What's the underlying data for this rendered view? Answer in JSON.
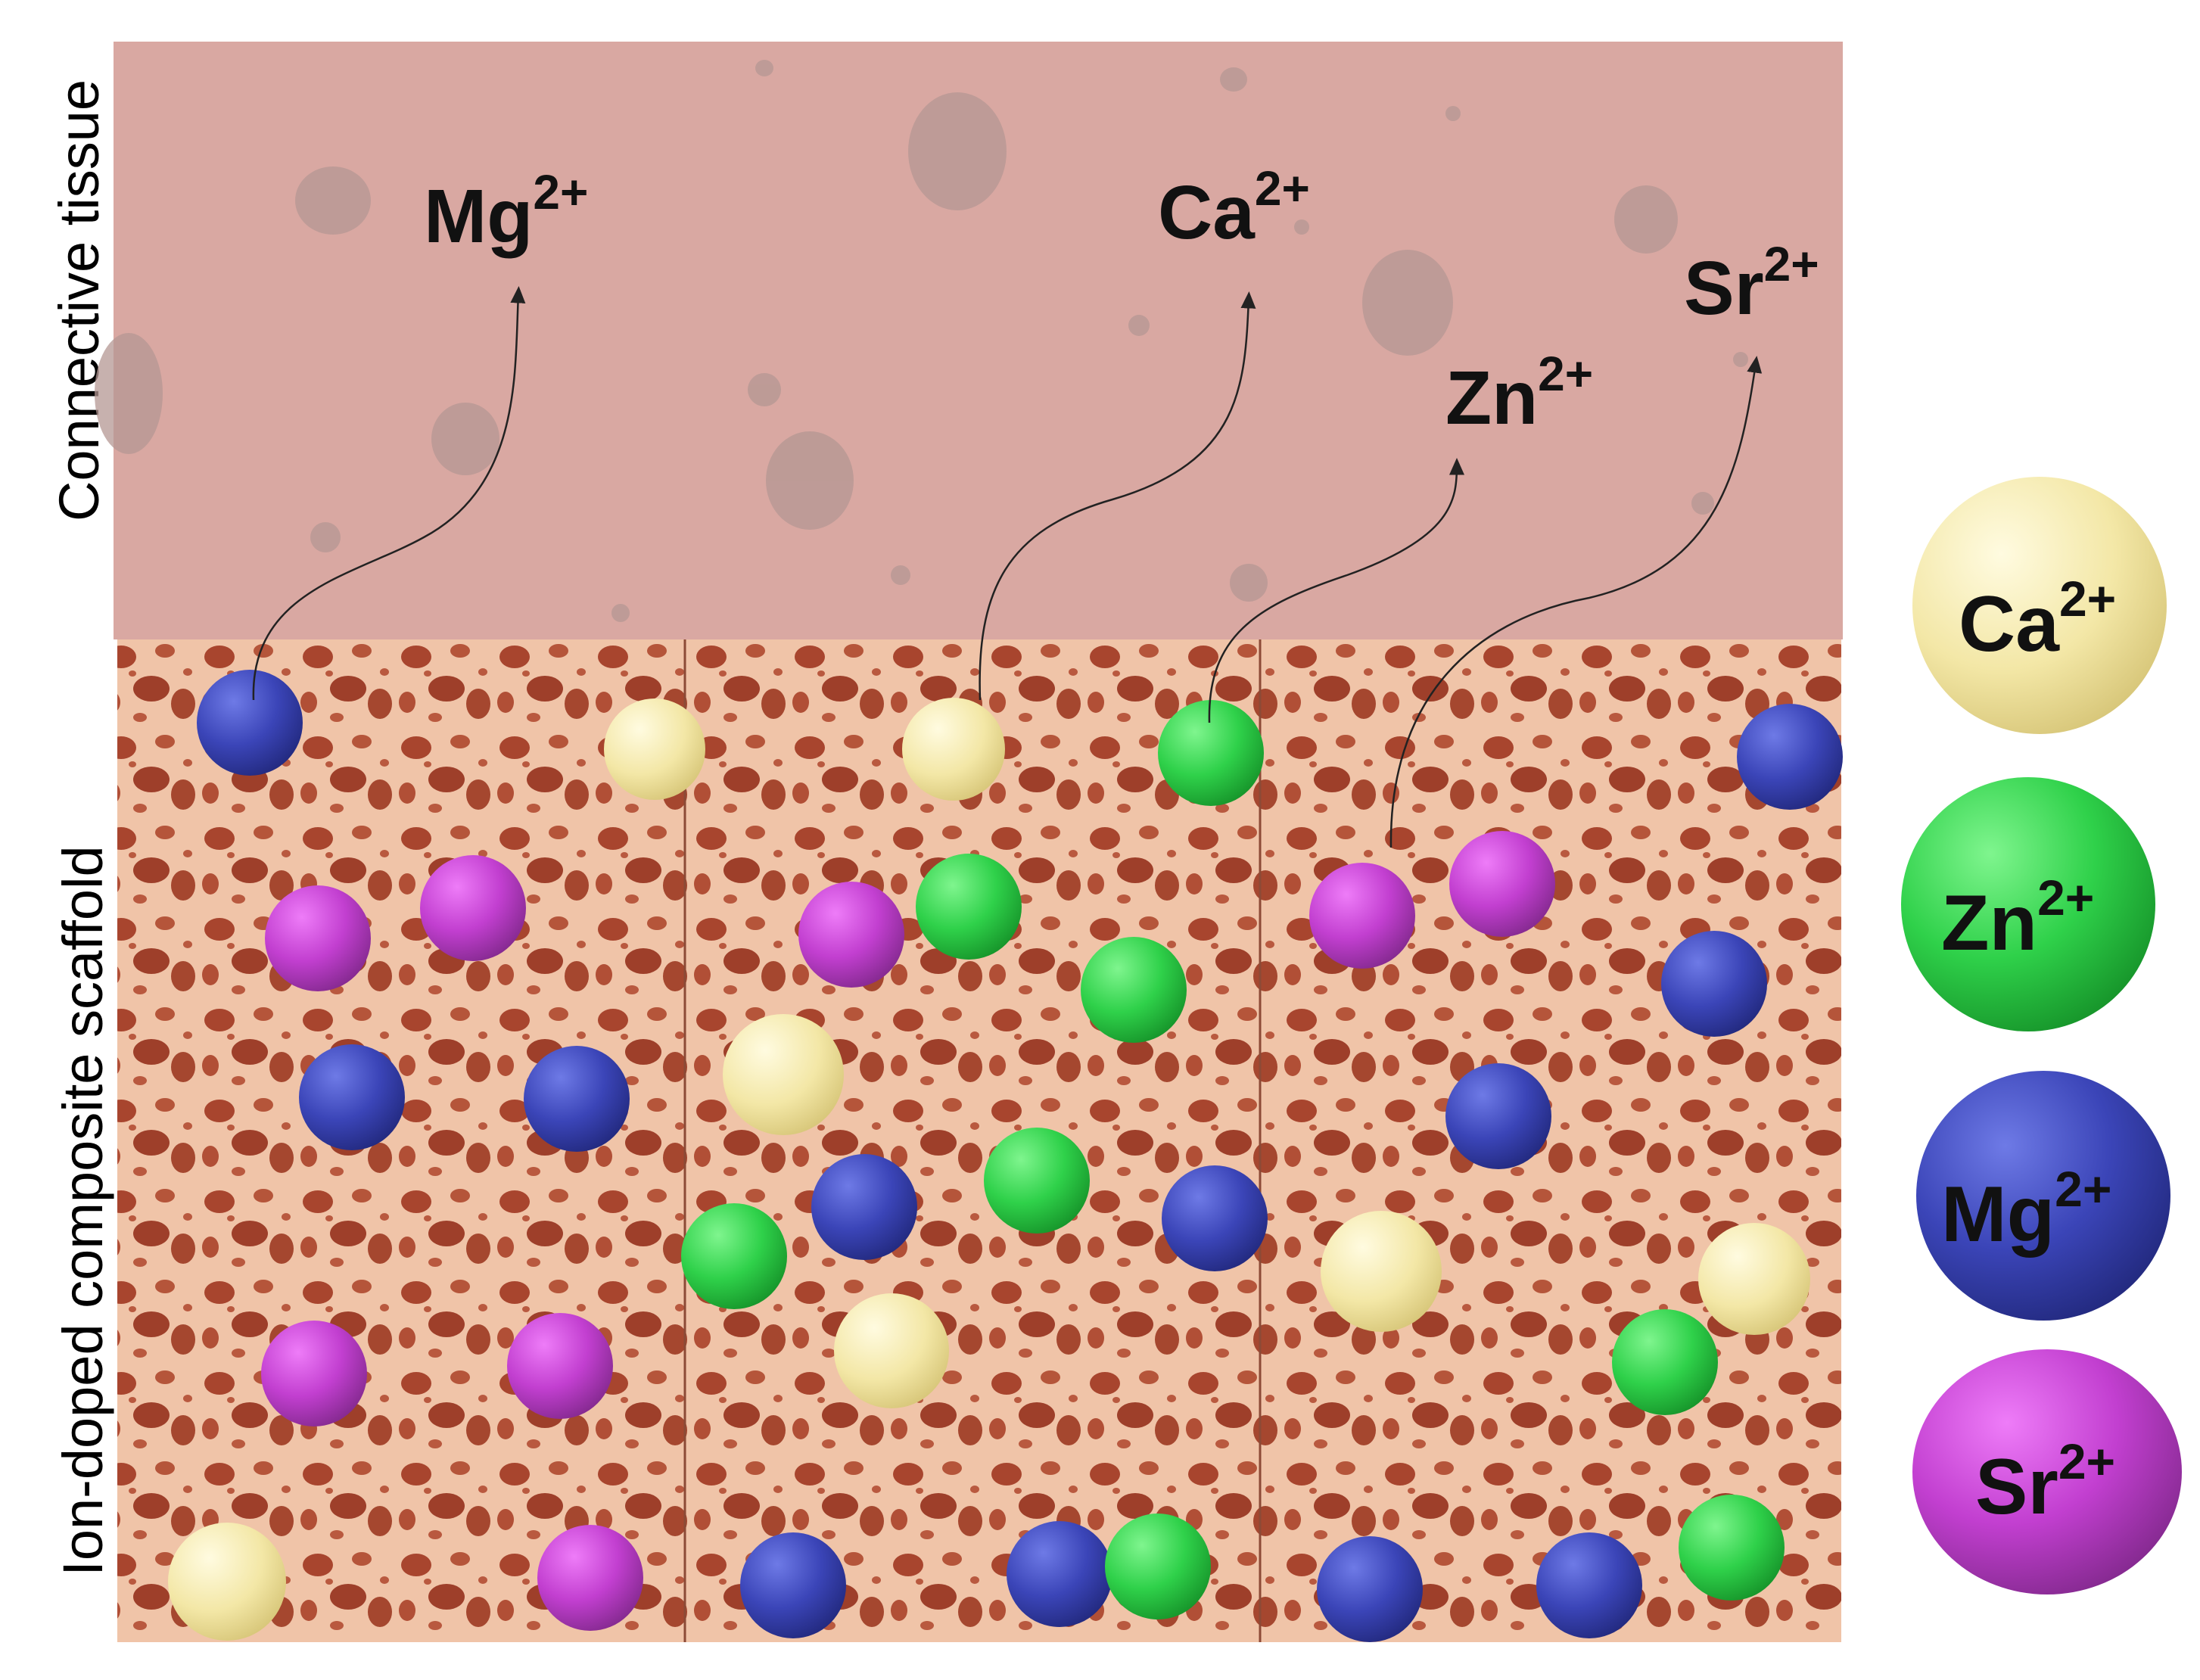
{
  "labels": {
    "tissue_layer": "Connective tissue",
    "scaffold_layer": "Ion-doped composite scaffold"
  },
  "released_ions": [
    {
      "symbol": "Mg",
      "charge": "2+"
    },
    {
      "symbol": "Ca",
      "charge": "2+"
    },
    {
      "symbol": "Zn",
      "charge": "2+"
    },
    {
      "symbol": "Sr",
      "charge": "2+"
    }
  ],
  "legend": [
    {
      "symbol": "Ca",
      "charge": "2+",
      "color": "#f3e7a6"
    },
    {
      "symbol": "Zn",
      "charge": "2+",
      "color": "#2fd14a"
    },
    {
      "symbol": "Mg",
      "charge": "2+",
      "color": "#3b45b8"
    },
    {
      "symbol": "Sr",
      "charge": "2+",
      "color": "#c23fd0"
    }
  ],
  "colors": {
    "tissue": "#d9a8a2",
    "scaffold_bg": "#f0c4a8",
    "scaffold_pore": "#a8452e",
    "Ca": "#f3e7a6",
    "Zn": "#2fd14a",
    "Mg": "#3b45b8",
    "Sr": "#c23fd0"
  }
}
